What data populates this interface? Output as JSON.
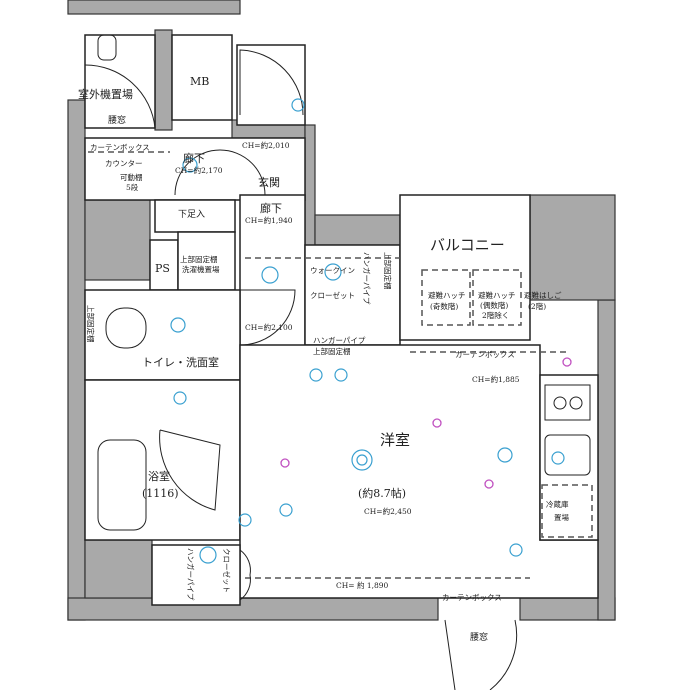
{
  "rooms": {
    "outdoor_unit": "室外機置場",
    "mb": "MB",
    "corridor1": "廊下",
    "corridor1_ch": "CH=約2,170",
    "entrance": "玄関",
    "entrance_ch": "CH=約2,010",
    "corridor2": "廊下",
    "corridor2_ch": "CH=約1,940",
    "corridor3_ch": "CH=約2,100",
    "shoe": "下足入",
    "ps": "PS",
    "washer": "洗濯機置場",
    "washer_shelf": "上部固定棚",
    "toilet": "トイレ・洗面室",
    "toilet_shelf": "上部固定棚",
    "bath": "浴室",
    "bath_size": "(1116)",
    "wic_line1": "ウォークイン",
    "wic_line2": "クローゼット",
    "wic_pipe": "ハンガーパイプ",
    "wic_shelf": "上部固定棚",
    "wic_pipe_shelf1": "ハンガーパイプ",
    "wic_pipe_shelf2": "上部固定棚",
    "balcony": "バルコニー",
    "hatch1_line1": "避難ハッチ",
    "hatch1_line2": "(奇数階)",
    "hatch2_line1": "避難ハッチ",
    "hatch2_line2": "(偶数階)",
    "hatch2_line3": "2階除く",
    "ladder_line1": "避難はしご",
    "ladder_line2": "(2階)",
    "western": "洋室",
    "western_size": "(約8.7帖)",
    "western_ch": "CH=約2,450",
    "curtain_top": "カーテンボックス",
    "curtain_mid": "カーテンボックス",
    "curtain_bottom": "カーテンボックス",
    "ch_1885": "CH=約1,885",
    "ch_1890": "CH= 約 1,890",
    "fridge_line1": "冷蔵庫",
    "fridge_line2": "置場",
    "closet": "クローゼット",
    "closet_pipe": "ハンガーパイプ",
    "counter": "カウンター",
    "shelf_line1": "可動棚",
    "shelf_line2": "5段",
    "window_top": "腰窓",
    "window_bottom": "腰窓"
  },
  "colors": {
    "wall": "#a9a9a9",
    "electrical": "#3aa0d0",
    "tv_outlet": "#c050c0"
  }
}
